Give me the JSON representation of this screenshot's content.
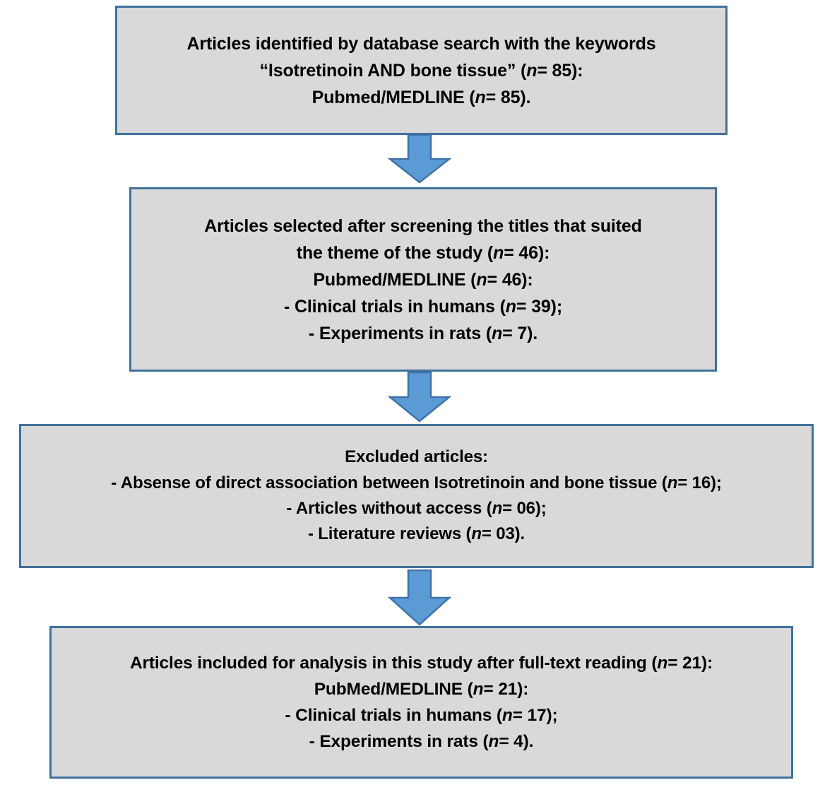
{
  "diagram": {
    "title": "Study selection flow diagram",
    "type": "prisma-flowchart",
    "colors": {
      "box_fill": "#D9D9D9",
      "box_border": "#41719C",
      "arrow_fill": "#5B9BD5",
      "arrow_border": "#3E72A8",
      "text": "#000000",
      "background": "#FFFFFF"
    }
  },
  "boxes": [
    {
      "id": "identified",
      "lines": [
        {
          "pre": "Articles identified by database search with the keywords",
          "ital": "",
          "post": ""
        },
        {
          "pre": "“Isotretinoin AND bone tissue” (",
          "ital": "n",
          "post": "= 85):"
        },
        {
          "pre": "Pubmed/MEDLINE (",
          "ital": "n",
          "post": "= 85)."
        }
      ]
    },
    {
      "id": "screened",
      "lines": [
        {
          "pre": "Articles selected after screening the titles that suited",
          "ital": "",
          "post": ""
        },
        {
          "pre": "the theme of the study (",
          "ital": "n",
          "post": "= 46):"
        },
        {
          "pre": "Pubmed/MEDLINE (",
          "ital": "n",
          "post": "= 46):"
        },
        {
          "pre": "- Clinical trials in humans (",
          "ital": "n",
          "post": "= 39);"
        },
        {
          "pre": "- Experiments in rats (",
          "ital": "n",
          "post": "= 7)."
        }
      ]
    },
    {
      "id": "excluded",
      "lines": [
        {
          "pre": "Excluded articles:",
          "ital": "",
          "post": ""
        },
        {
          "pre": "- Absense of direct association between Isotretinoin and bone tissue (",
          "ital": "n",
          "post": "= 16);"
        },
        {
          "pre": "- Articles without access (",
          "ital": "n",
          "post": "= 06);"
        },
        {
          "pre": "- Literature reviews (",
          "ital": "n",
          "post": "= 03)."
        }
      ]
    },
    {
      "id": "included",
      "lines": [
        {
          "pre": "Articles included for analysis in this study after full-text reading (",
          "ital": "n",
          "post": "= 21):"
        },
        {
          "pre": "PubMed/MEDLINE (",
          "ital": "n",
          "post": "= 21):"
        },
        {
          "pre": "- Clinical trials in humans (",
          "ital": "n",
          "post": "= 17);"
        },
        {
          "pre": "- Experiments in rats (",
          "ital": "n",
          "post": "= 4)."
        }
      ]
    }
  ],
  "arrows": [
    {
      "id": "arrow-1",
      "from": "identified",
      "to": "screened",
      "direction": "down"
    },
    {
      "id": "arrow-2",
      "from": "screened",
      "to": "excluded",
      "direction": "down"
    },
    {
      "id": "arrow-3",
      "from": "excluded",
      "to": "included",
      "direction": "down"
    }
  ]
}
